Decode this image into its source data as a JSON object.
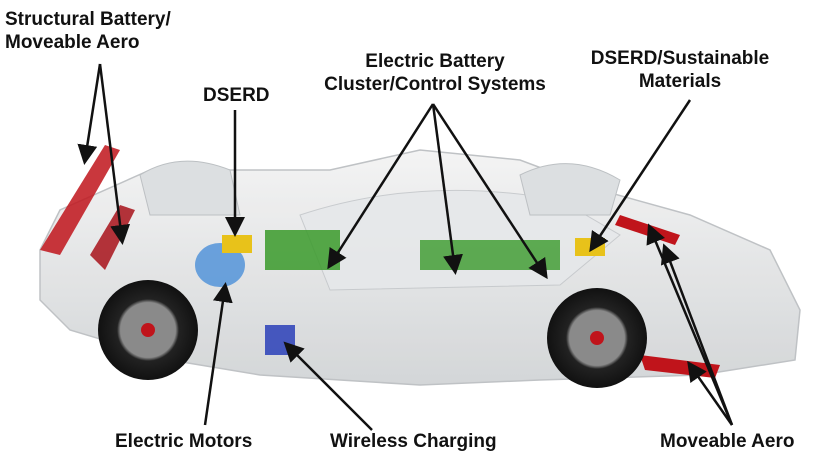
{
  "labels": {
    "structural_battery": [
      "Structural Battery/",
      "Moveable Aero"
    ],
    "dserd": "DSERD",
    "electric_battery": [
      "Electric Battery",
      "Cluster/Control Systems"
    ],
    "dserd_sustainable": [
      "DSERD/Sustainable",
      "Materials"
    ],
    "electric_motors": "Electric Motors",
    "wireless_charging": "Wireless Charging",
    "moveable_aero": "Moveable Aero"
  },
  "colors": {
    "aero": "#c0141b",
    "battery": "#3a9a2a",
    "motor": "#4a8fd8",
    "dserd": "#e8c21a",
    "charging": "#2a3fb8",
    "arrow": "#111111"
  }
}
